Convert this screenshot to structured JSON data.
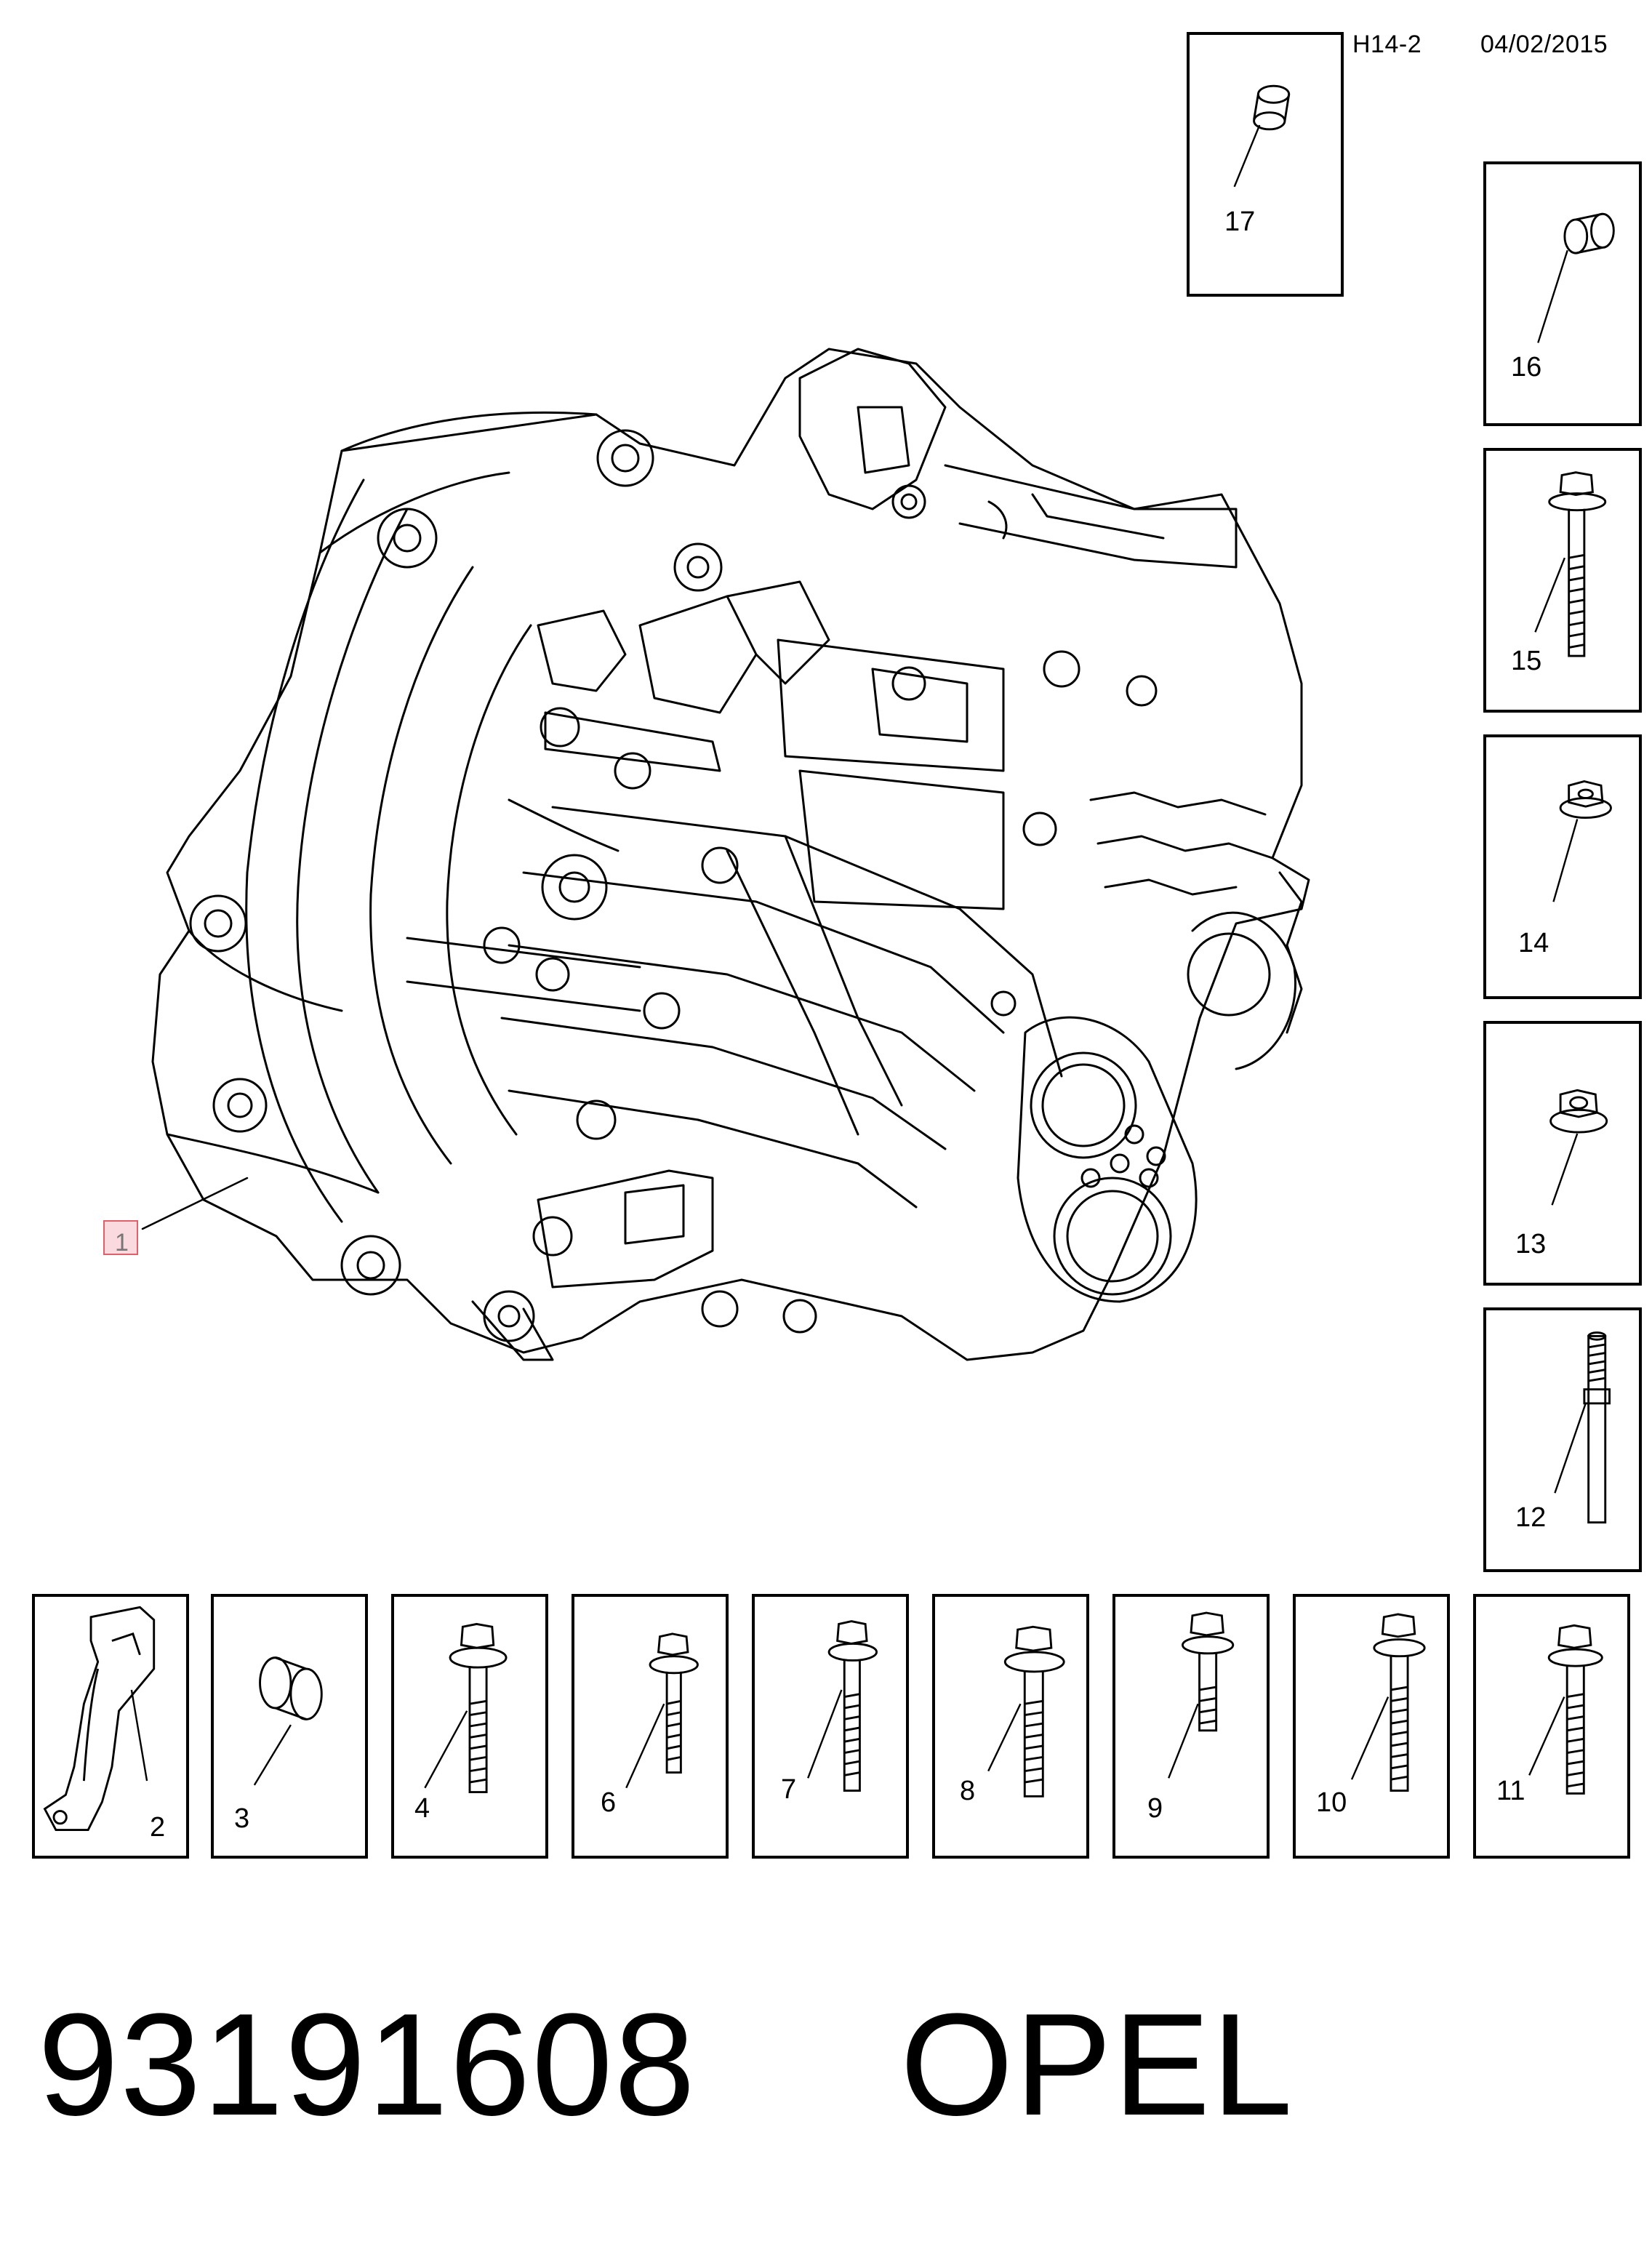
{
  "header": {
    "code": "H14-2",
    "date": "04/02/2015"
  },
  "main_part": {
    "label": "1"
  },
  "parts": [
    {
      "label": "17",
      "icon": "bushing-icon"
    },
    {
      "label": "16",
      "icon": "bushing-icon"
    },
    {
      "label": "15",
      "icon": "flange-bolt-icon"
    },
    {
      "label": "14",
      "icon": "flange-nut-icon"
    },
    {
      "label": "13",
      "icon": "flange-nut-icon"
    },
    {
      "label": "12",
      "icon": "stud-icon"
    },
    {
      "label": "2",
      "icon": "bracket-icon"
    },
    {
      "label": "3",
      "icon": "bushing-icon"
    },
    {
      "label": "4",
      "icon": "flange-bolt-icon"
    },
    {
      "label": "6",
      "icon": "flange-bolt-icon"
    },
    {
      "label": "7",
      "icon": "flange-bolt-icon"
    },
    {
      "label": "8",
      "icon": "flange-bolt-icon"
    },
    {
      "label": "9",
      "icon": "flange-bolt-icon"
    },
    {
      "label": "10",
      "icon": "flange-bolt-icon"
    },
    {
      "label": "11",
      "icon": "flange-bolt-icon"
    }
  ],
  "footer": {
    "part_number": "93191608",
    "brand": "OPEL"
  }
}
